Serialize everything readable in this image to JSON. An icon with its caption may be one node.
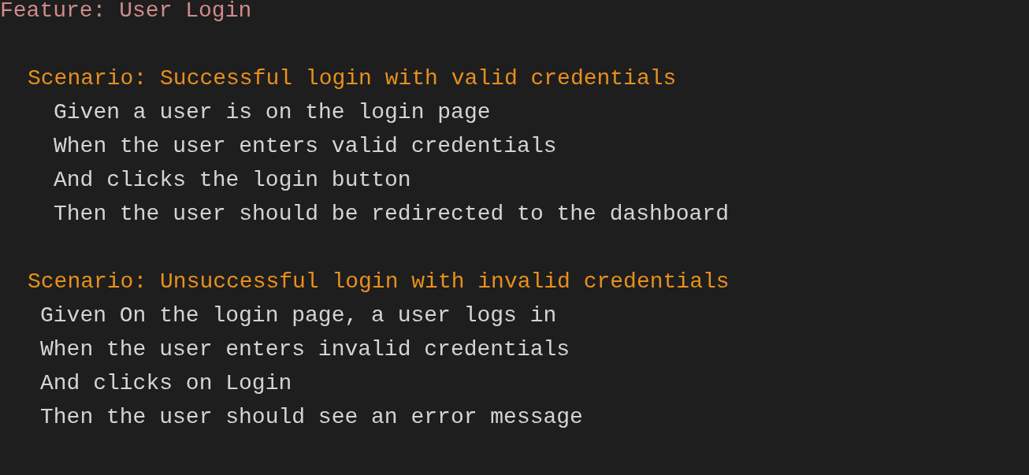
{
  "diagram": {
    "labels": [
      "Feature: User Login",
      "Scenario: Successful login with valid credentials",
      "Given a user is on the login page",
      "When the user enters valid credentials",
      "And clicks the login button",
      "Then the user should be redirected to the dashboard",
      "Scenario: Unsuccessful login with invalid credentials",
      "Given On the login page, a user logs in",
      "When the user enters invalid credentials",
      "And clicks on Login",
      "Then the user should see an error message"
    ]
  }
}
